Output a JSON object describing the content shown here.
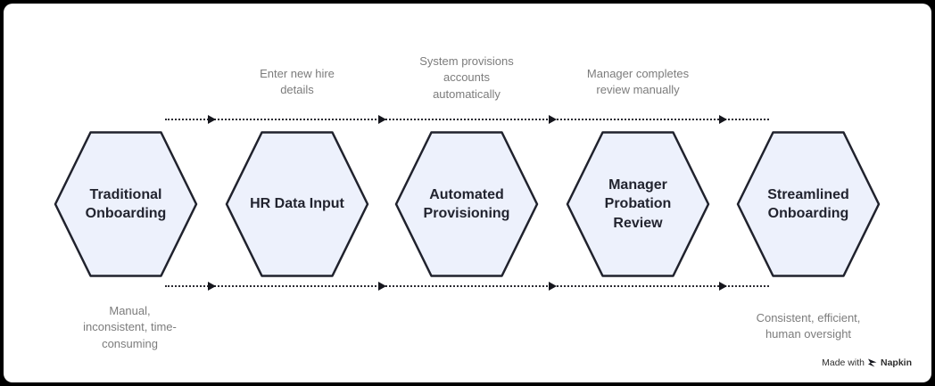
{
  "diagram": {
    "stages": [
      {
        "label": "Traditional Onboarding"
      },
      {
        "label": "HR Data Input"
      },
      {
        "label": "Automated Provisioning"
      },
      {
        "label": "Manager Probation Review"
      },
      {
        "label": "Streamlined Onboarding"
      }
    ],
    "transitions_top": [
      {
        "label": "Enter new hire details"
      },
      {
        "label": "System provisions accounts automatically"
      },
      {
        "label": "Manager completes review manually"
      }
    ],
    "note_left": "Manual, inconsistent, time-consuming",
    "note_right": "Consistent, efficient, human oversight"
  },
  "watermark": {
    "prefix": "Made with",
    "brand": "Napkin"
  },
  "icons": {
    "flow_arrow": "right-triangle",
    "napkin_logo": "pen-nib"
  },
  "colors": {
    "canvas_bg": "#ffffff",
    "frame_bg": "#000000",
    "hexagon_fill": "#edf1fc",
    "hexagon_stroke": "#20222d",
    "stage_text": "#22242f",
    "annotation_text": "#7c7c7c",
    "flow_line": "#2b2b33",
    "arrow": "#15161d"
  }
}
